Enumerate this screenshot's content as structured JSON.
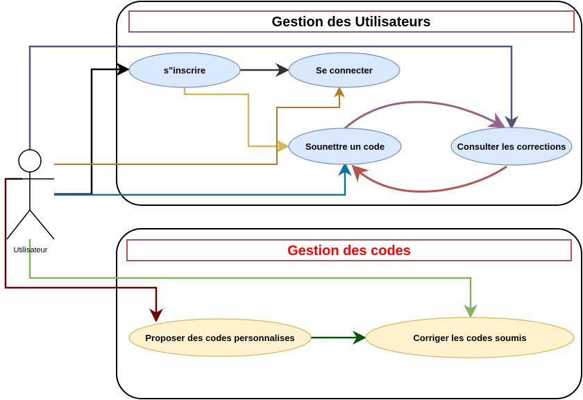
{
  "actor": {
    "label": "Utilisateur"
  },
  "boundaries": {
    "users": {
      "title": "Gestion des Utilisateurs",
      "title_color": "#000000"
    },
    "codes": {
      "title": "Gestion des codes",
      "title_color": "#ff0000"
    }
  },
  "use_cases": {
    "inscrire": "s\"inscrire",
    "connecter": "Se connecter",
    "soumettre": "Sounettre un code",
    "consulter": "Consulter les corrections",
    "proposer": "Proposer des codes personnalises",
    "corriger": "Corriger les codes soumis"
  },
  "colors": {
    "blue_fill": "#dae8fc",
    "blue_stroke": "#6c8ebf",
    "yellow_fill": "#fff2cc",
    "yellow_stroke": "#d6b656",
    "title_border": "#b85450"
  }
}
